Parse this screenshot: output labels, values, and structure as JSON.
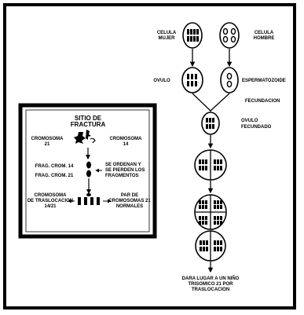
{
  "colors": {
    "ink": "#000000",
    "paper": "#ffffff"
  },
  "labels": {
    "celula_mujer_1": "CELULA",
    "celula_mujer_2": "MUJER",
    "celula_hombre_1": "CELULA",
    "celula_hombre_2": "HOMBRE",
    "ovulo": "OVULO",
    "espermatozoide": "ESPERMATOZOIDE",
    "fecundacion": "FECUNDACION",
    "ovulo_fecundado_1": "OVULO",
    "ovulo_fecundado_2": "FECUNDADO",
    "result_1": "DARA LUGAR A UN NIÑO",
    "result_2": "TRISOMICO 21 POR",
    "result_3": "TRASLOCACION"
  },
  "inset": {
    "title_1": "SITIO DE",
    "title_2": "FRACTURA",
    "cromosoma21_1": "CROMOSOMA",
    "cromosoma21_2": "21",
    "cromosoma14_1": "CROMOSOMA",
    "cromosoma14_2": "14",
    "frag14": "FRAG. CROM. 14",
    "frag21": "FRAG. CROM. 21",
    "ordenan_1": "SE ORDENAN Y",
    "ordenan_2": "SE PIERDEN LOS",
    "ordenan_3": "FRAGMENTOS",
    "trasl_1": "CROMOSOMA",
    "trasl_2": "DE TRASLOCACION",
    "trasl_3": "14/21",
    "par_1": "PAR DE",
    "par_2": "CROMOSOMAS 21",
    "par_3": "NORMALES"
  }
}
